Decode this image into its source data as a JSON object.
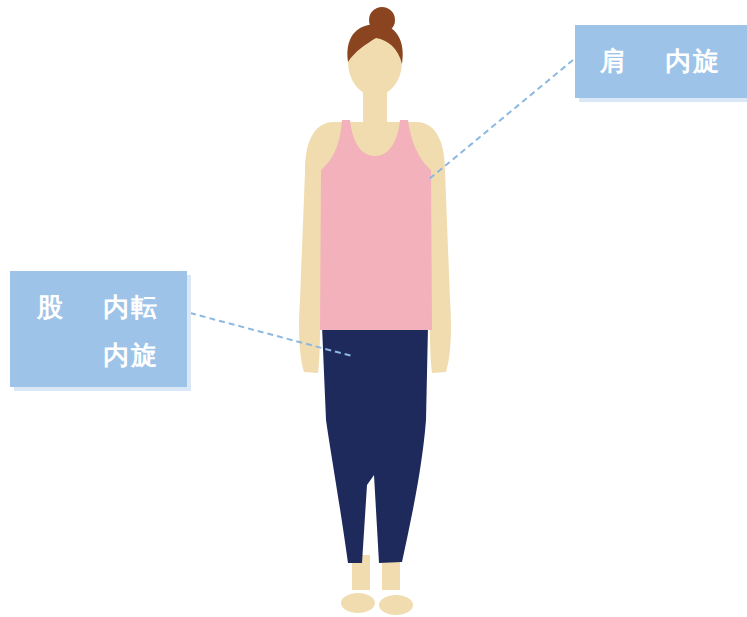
{
  "diagram": {
    "nodes": [
      {
        "text": [
          "肩",
          "内旋"
        ]
      },
      {
        "text": [
          "股",
          "内転 内旋"
        ]
      }
    ]
  }
}
